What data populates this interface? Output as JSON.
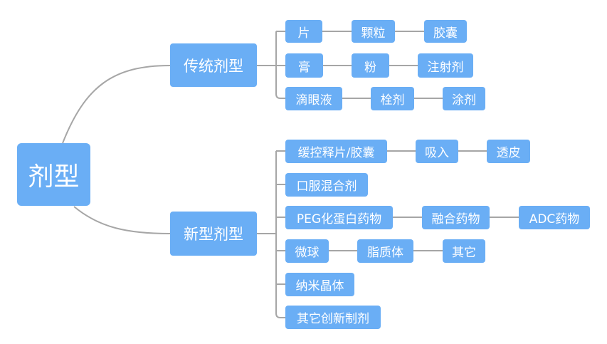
{
  "root": {
    "label": "剂型"
  },
  "branches": [
    {
      "label": "传统剂型",
      "rows": [
        [
          "片",
          "颗粒",
          "胶囊"
        ],
        [
          "膏",
          "粉",
          "注射剂"
        ],
        [
          "滴眼液",
          "栓剂",
          "涂剂"
        ]
      ]
    },
    {
      "label": "新型剂型",
      "rows": [
        [
          "缓控释片/胶囊",
          "吸入",
          "透皮"
        ],
        [
          "口服混合剂"
        ],
        [
          "PEG化蛋白药物",
          "融合药物",
          "ADC药物"
        ],
        [
          "微球",
          "脂质体",
          "其它"
        ],
        [
          "纳米晶体"
        ],
        [
          "其它创新制剂"
        ]
      ]
    }
  ],
  "colors": {
    "node": "#6aaef5",
    "line": "#a6a6a6",
    "text": "#ffffff"
  }
}
